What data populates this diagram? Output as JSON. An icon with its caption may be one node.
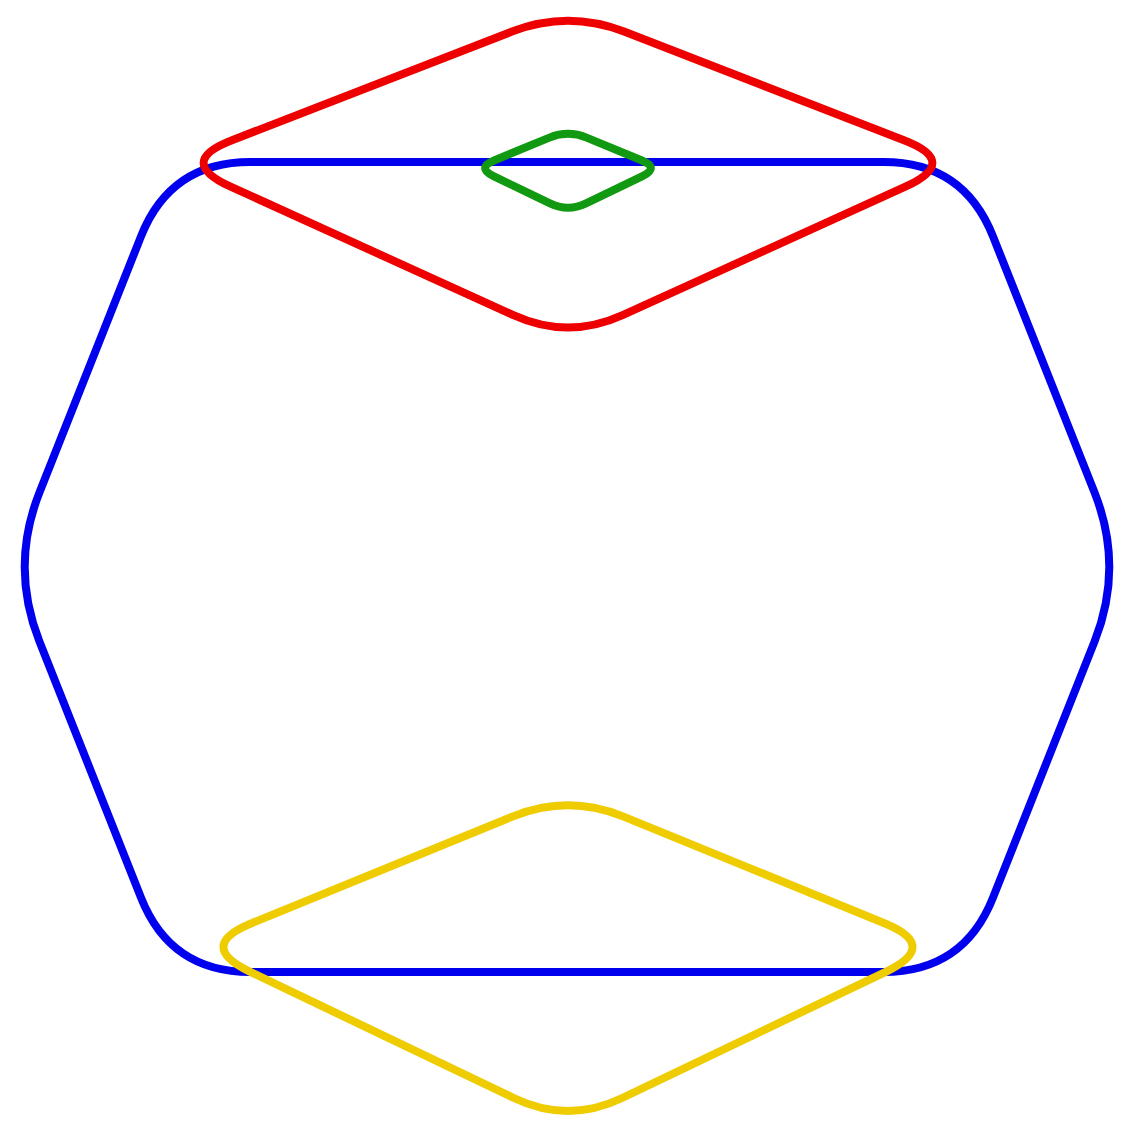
{
  "diagram": {
    "nodes": [
      {
        "text": [],
        "shape": "hexagon"
      },
      {
        "text": [],
        "shape": "diamond"
      },
      {
        "text": [],
        "shape": "diamond",
        "in": 1
      },
      {
        "text": [],
        "shape": "diamond"
      }
    ]
  }
}
